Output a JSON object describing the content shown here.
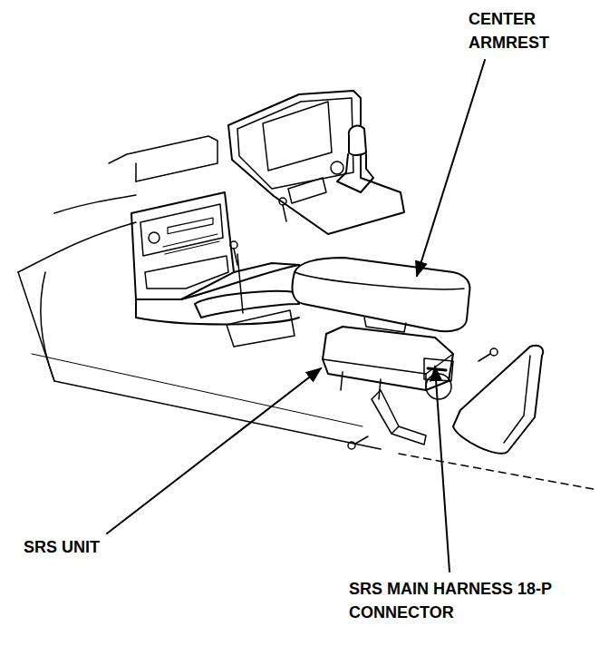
{
  "diagram": {
    "labels": [
      "CENTER ARMREST",
      "SRS UNIT",
      "SRS MAIN HARNESS 18-P CONNECTOR"
    ]
  }
}
